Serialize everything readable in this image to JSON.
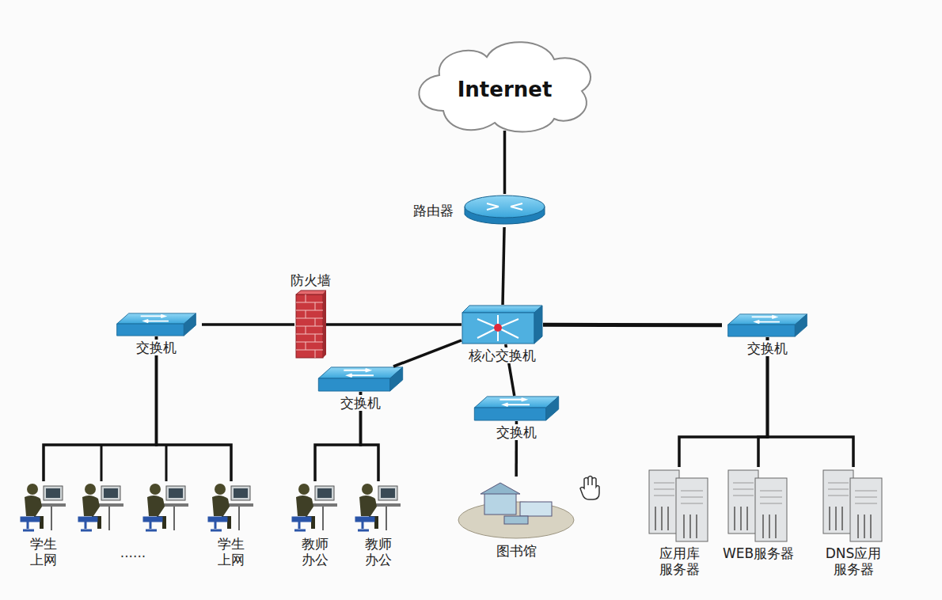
{
  "diagram": {
    "nodes": [
      {
        "text": [
          "Internet"
        ]
      },
      {
        "text": [
          "路由器"
        ]
      },
      {
        "text": [
          "防火墙"
        ]
      },
      {
        "text": [
          "交换机"
        ]
      },
      {
        "text": [
          "核心交换机"
        ]
      },
      {
        "text": [
          "交换机"
        ]
      },
      {
        "text": [
          "交换机"
        ]
      },
      {
        "text": [
          "交换机"
        ]
      },
      {
        "text": [
          "学生 上网"
        ]
      },
      {
        "text": [
          "学生 上网"
        ]
      },
      {
        "text": [
          "教师 办公"
        ]
      },
      {
        "text": [
          "教师 办公"
        ]
      },
      {
        "text": [
          "图书馆"
        ]
      },
      {
        "text": [
          "应用库 服务器"
        ]
      },
      {
        "text": [
          "WEB服务器"
        ]
      },
      {
        "text": [
          "DNS应用 服务器"
        ]
      }
    ],
    "edges": [
      {
        "from": 0,
        "to": 1,
        "arrow": "none"
      },
      {
        "from": 1,
        "to": 4,
        "arrow": "none"
      },
      {
        "from": 3,
        "to": 2,
        "arrow": "none"
      },
      {
        "from": 2,
        "to": 4,
        "arrow": "none"
      },
      {
        "from": 4,
        "to": 5,
        "arrow": "none"
      },
      {
        "from": 4,
        "to": 6,
        "arrow": "none"
      },
      {
        "from": 4,
        "to": 7,
        "arrow": "none"
      },
      {
        "from": 3,
        "to": 8,
        "arrow": "none"
      },
      {
        "from": 3,
        "to": 9,
        "arrow": "none"
      },
      {
        "from": 5,
        "to": 10,
        "arrow": "none"
      },
      {
        "from": 5,
        "to": 11,
        "arrow": "none"
      },
      {
        "from": 6,
        "to": 12,
        "arrow": "none"
      },
      {
        "from": 7,
        "to": 13,
        "arrow": "none"
      },
      {
        "from": 7,
        "to": 14,
        "arrow": "none"
      },
      {
        "from": 7,
        "to": 15,
        "arrow": "none"
      }
    ],
    "labels": [
      "......"
    ]
  }
}
